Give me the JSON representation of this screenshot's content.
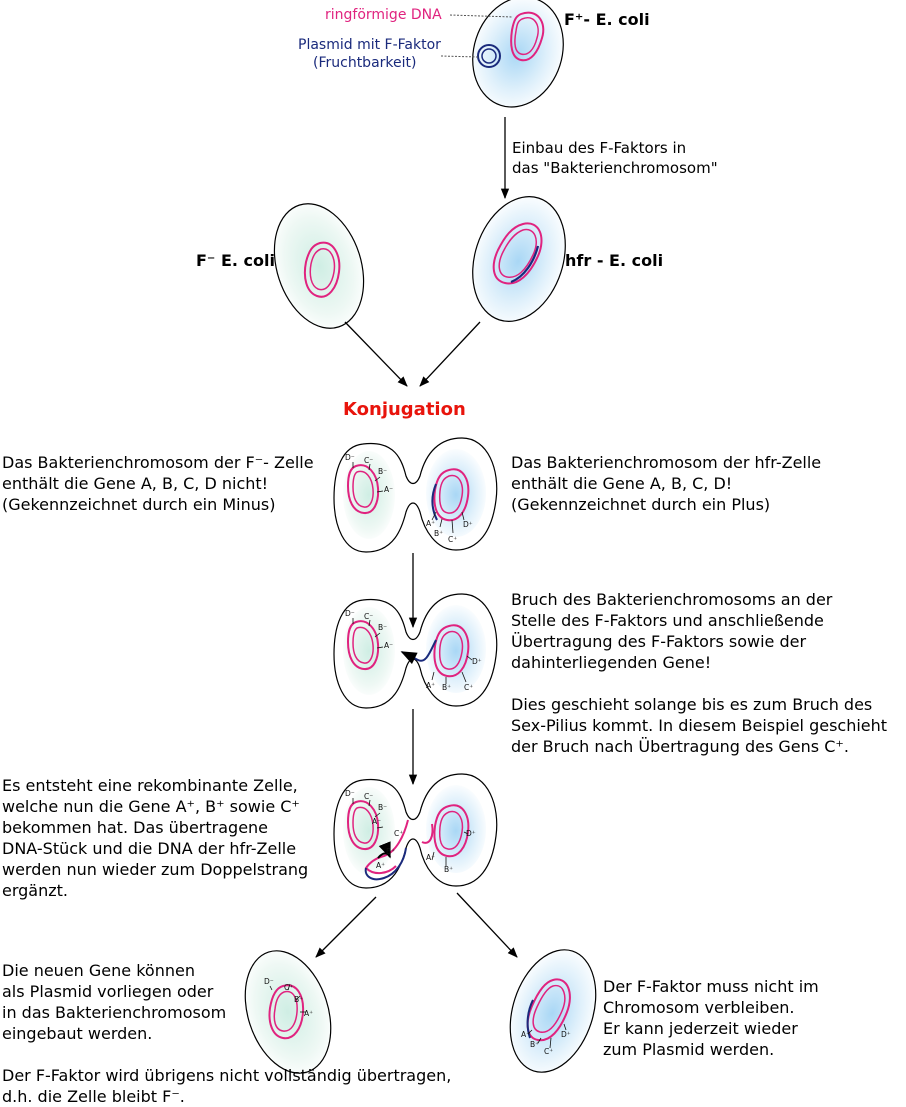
{
  "diagram_labels": {
    "ringfoermige_dna": "ringförmige DNA",
    "plasmid_line1": "Plasmid mit F-Faktor",
    "plasmid_line2": "(Fruchtbarkeit)",
    "fplus_ecoli": "F⁺- E. coli",
    "einbau_line1": "Einbau des F-Faktors in",
    "einbau_line2": "das \"Bakterienchromosom\"",
    "fminus_ecoli": "F⁻ E. coli",
    "hfr_ecoli": "hfr - E. coli",
    "konjugation": "Konjugation"
  },
  "descriptions": {
    "left_1": [
      "Das Bakterienchromosom der F⁻- Zelle",
      "enthält die Gene A, B, C, D nicht!",
      "(Gekennzeichnet durch ein Minus)"
    ],
    "right_1": [
      "Das Bakterienchromosom der hfr-Zelle",
      "enthält die Gene A, B, C, D!",
      "(Gekennzeichnet durch ein Plus)"
    ],
    "right_2": [
      "Bruch des Bakterienchromosoms an der",
      "Stelle des F-Faktors und anschließende",
      "Übertragung des F-Faktors sowie der",
      "dahinterliegenden Gene!"
    ],
    "right_3": [
      "Dies geschieht solange bis es zum Bruch des",
      "Sex-Pilius kommt. In diesem Beispiel geschieht",
      "der Bruch nach Übertragung des Gens C⁺."
    ],
    "left_2": [
      "Es entsteht eine rekombinante Zelle,",
      "welche nun die Gene A⁺, B⁺ sowie C⁺",
      "bekommen hat. Das übertragene",
      "DNA-Stück und die DNA der hfr-Zelle",
      "werden nun wieder zum Doppelstrang",
      "ergänzt."
    ],
    "left_3": [
      "Die neuen Gene können",
      "als Plasmid vorliegen oder",
      "in das Bakterienchromosom",
      "eingebaut werden."
    ],
    "left_4": [
      "Der F-Faktor wird übrigens nicht vollständig übertragen,",
      "d.h. die Zelle bleibt F⁻."
    ],
    "right_4": [
      "Der F-Faktor muss nicht im",
      "Chromosom verbleiben.",
      "Er kann jederzeit wieder",
      "zum Plasmid werden."
    ]
  },
  "gene_labels": {
    "d_minus": "D⁻",
    "c_minus": "C⁻",
    "b_minus": "B⁻",
    "a_minus": "A⁻",
    "a_plus": "A⁺",
    "b_plus": "B⁺",
    "c_plus": "C⁺",
    "d_plus": "D⁺"
  },
  "colors": {
    "dna": "#e0237f",
    "f_factor": "#1a2a7c",
    "title_red": "#e8140c",
    "label_blue": "#1a2a7c",
    "cell_green": "#cfeee4",
    "cell_blue": "#a9d7f5",
    "arrow": "#000000"
  }
}
